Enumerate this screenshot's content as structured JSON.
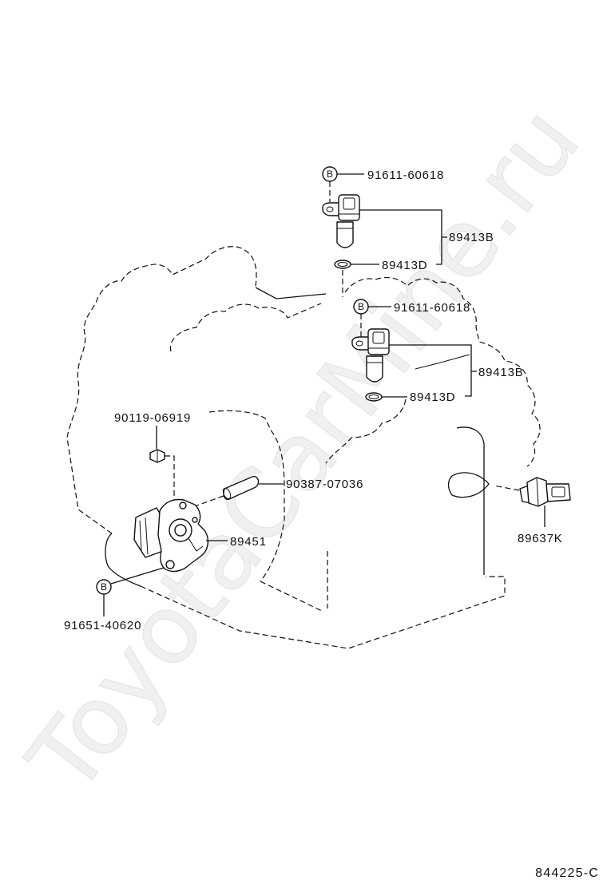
{
  "callouts": {
    "upper_bolt": "91611-60618",
    "upper_sensor": "89413B",
    "upper_o_ring": "89413D",
    "lower_bolt": "91611-60618",
    "lower_sensor": "89413B",
    "lower_o_ring": "89413D",
    "switch_bolt": "90119-06919",
    "pin": "90387-07036",
    "switch": "89451",
    "switch_mount_bolt": "91651-40620",
    "side_sensor": "89637K"
  },
  "marker_label": "B",
  "illustration_code": "844225-C",
  "watermark": "ToyotaCarMine.ru"
}
